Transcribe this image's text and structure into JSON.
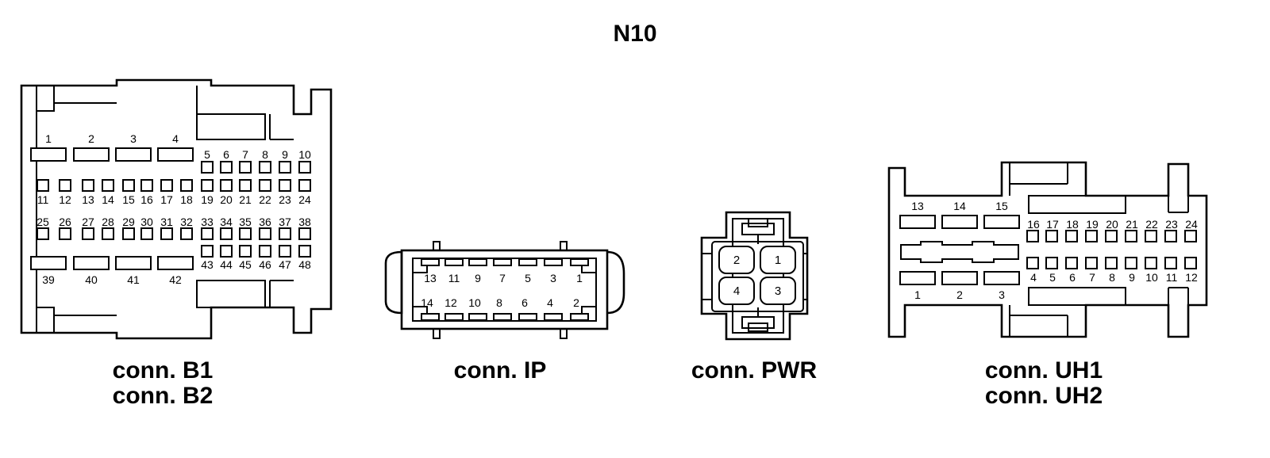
{
  "title": "N10",
  "connectors": {
    "b": {
      "captions": [
        "conn. B1",
        "conn. B2"
      ],
      "pins_top_big": [
        "1",
        "2",
        "3",
        "4"
      ],
      "pins_row1": [
        "5",
        "6",
        "7",
        "8",
        "9",
        "10"
      ],
      "pins_row2": [
        "11",
        "12",
        "13",
        "14",
        "15",
        "16",
        "17",
        "18",
        "19",
        "20",
        "21",
        "22",
        "23",
        "24"
      ],
      "pins_row3": [
        "25",
        "26",
        "27",
        "28",
        "29",
        "30",
        "31",
        "32",
        "33",
        "34",
        "35",
        "36",
        "37",
        "38"
      ],
      "pins_row4": [
        "43",
        "44",
        "45",
        "46",
        "47",
        "48"
      ],
      "pins_bottom_big": [
        "39",
        "40",
        "41",
        "42"
      ]
    },
    "ip": {
      "captions": [
        "conn. IP"
      ],
      "pins_top": [
        "13",
        "11",
        "9",
        "7",
        "5",
        "3",
        "1"
      ],
      "pins_bottom": [
        "14",
        "12",
        "10",
        "8",
        "6",
        "4",
        "2"
      ]
    },
    "pwr": {
      "captions": [
        "conn. PWR"
      ],
      "pins": [
        "2",
        "1",
        "4",
        "3"
      ]
    },
    "uh": {
      "captions": [
        "conn. UH1",
        "conn. UH2"
      ],
      "pins_top_big": [
        "13",
        "14",
        "15"
      ],
      "pins_row1": [
        "16",
        "17",
        "18",
        "19",
        "20",
        "21",
        "22",
        "23",
        "24"
      ],
      "pins_row2": [
        "4",
        "5",
        "6",
        "7",
        "8",
        "9",
        "10",
        "11",
        "12"
      ],
      "pins_bottom_big": [
        "1",
        "2",
        "3"
      ]
    }
  }
}
